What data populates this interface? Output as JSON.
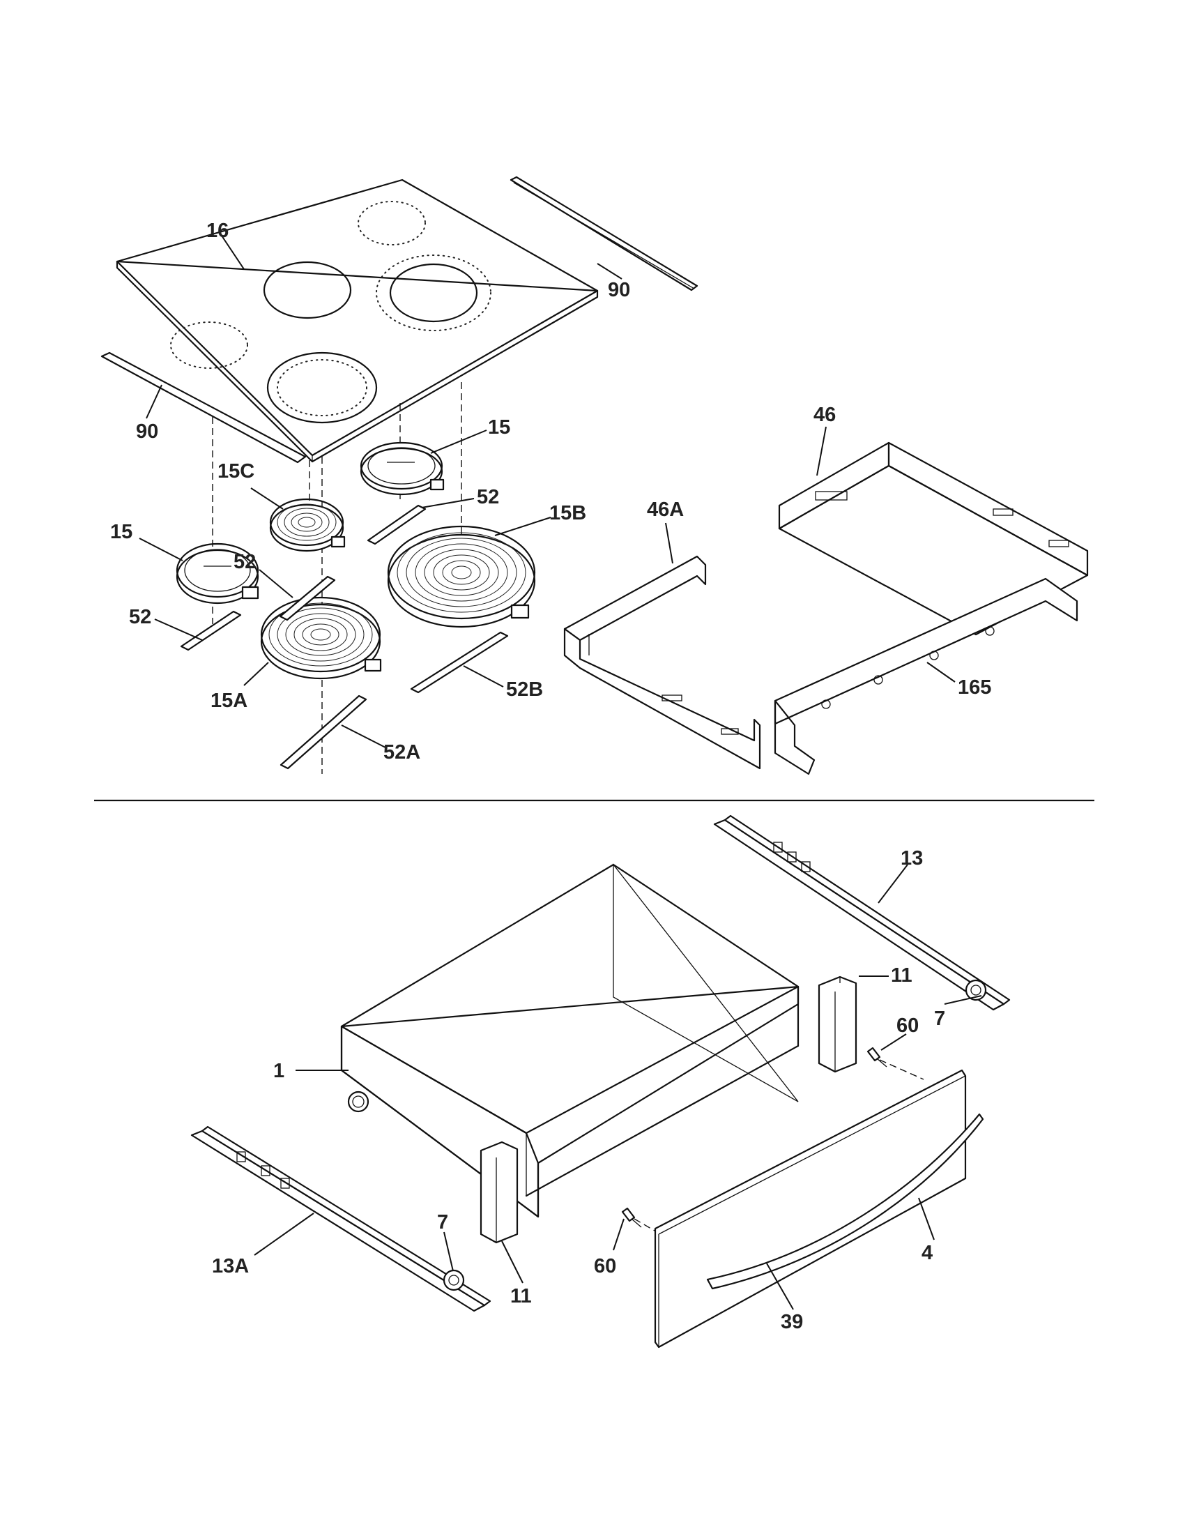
{
  "diagram": {
    "labels": [
      {
        "id": "l16",
        "text": "16"
      },
      {
        "id": "l90a",
        "text": "90"
      },
      {
        "id": "l90b",
        "text": "90"
      },
      {
        "id": "l15a",
        "text": "15"
      },
      {
        "id": "l15b",
        "text": "15"
      },
      {
        "id": "l15C",
        "text": "15C"
      },
      {
        "id": "l15B",
        "text": "15B"
      },
      {
        "id": "l15A",
        "text": "15A"
      },
      {
        "id": "l52a",
        "text": "52"
      },
      {
        "id": "l52b",
        "text": "52"
      },
      {
        "id": "l52c",
        "text": "52"
      },
      {
        "id": "l52B",
        "text": "52B"
      },
      {
        "id": "l52A",
        "text": "52A"
      },
      {
        "id": "l46",
        "text": "46"
      },
      {
        "id": "l46A",
        "text": "46A"
      },
      {
        "id": "l165",
        "text": "165"
      },
      {
        "id": "l13",
        "text": "13"
      },
      {
        "id": "l13A",
        "text": "13A"
      },
      {
        "id": "l11a",
        "text": "11"
      },
      {
        "id": "l11b",
        "text": "11"
      },
      {
        "id": "l7a",
        "text": "7"
      },
      {
        "id": "l7b",
        "text": "7"
      },
      {
        "id": "l60a",
        "text": "60"
      },
      {
        "id": "l60b",
        "text": "60"
      },
      {
        "id": "l1",
        "text": "1"
      },
      {
        "id": "l4",
        "text": "4"
      },
      {
        "id": "l39",
        "text": "39"
      }
    ]
  }
}
